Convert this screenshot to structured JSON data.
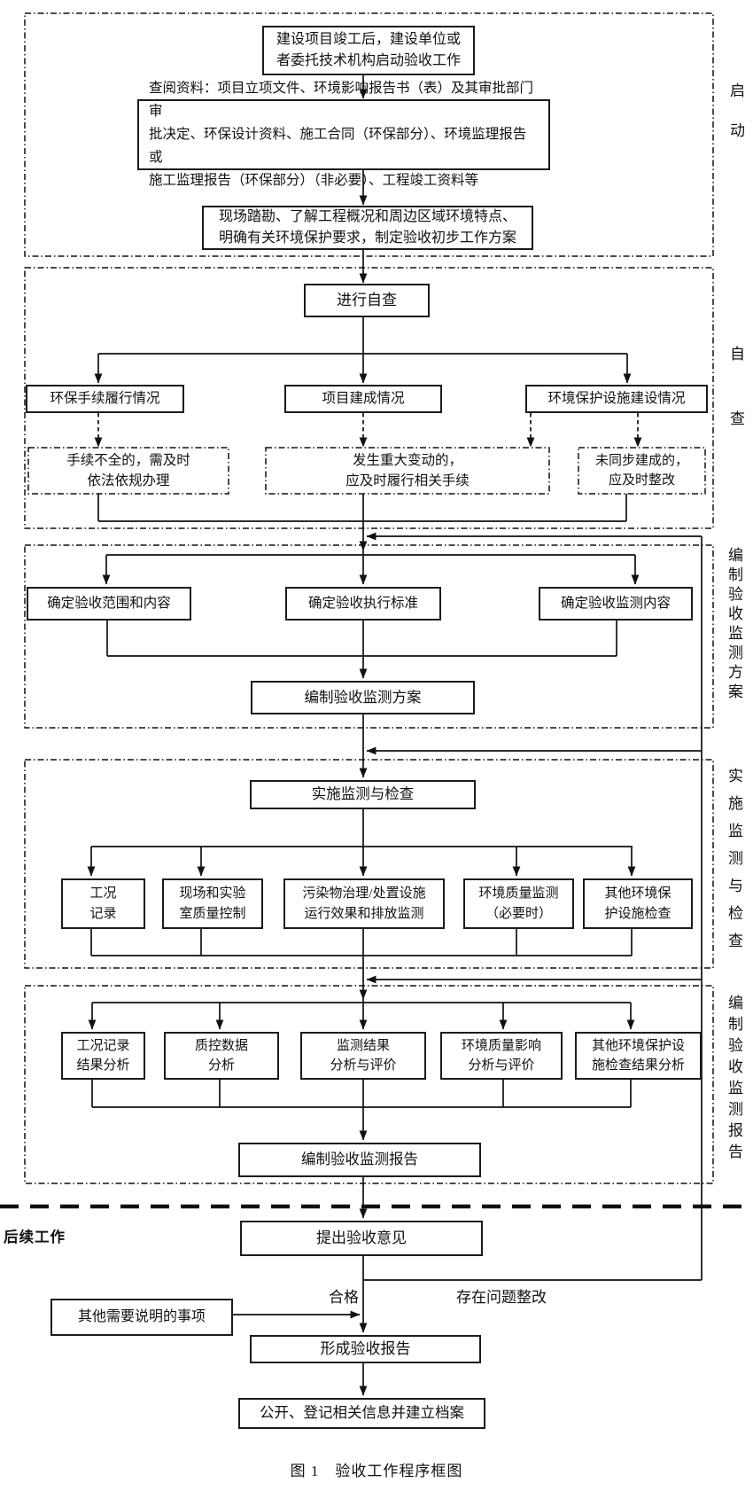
{
  "figure": {
    "caption": "图 1　验收工作程序框图",
    "divider_label": "后续工作"
  },
  "stages": [
    "启动",
    "自查",
    "编制验收监测方案",
    "实施监测与检查",
    "编制验收监测报告"
  ],
  "nodes": {
    "start": "建设项目竣工后，建设单位或\n者委托技术机构启动验收工作",
    "review_docs": "查阅资料：项目立项文件、环境影响报告书（表）及其审批部门审\n批决定、环保设计资料、施工合同（环保部分）、环境监理报告或\n施工监理报告（环保部分）（非必要）、工程竣工资料等",
    "site_survey": "现场踏勘、了解工程概况和周边区域环境特点、\n明确有关环境保护要求，制定验收初步工作方案",
    "self_check": "进行自查",
    "check_procedures": "环保手续履行情况",
    "check_construction": "项目建成情况",
    "check_facilities": "环境保护设施建设情况",
    "fix_procedures": "手续不全的，需及时\n依法依规办理",
    "fix_changes": "发生重大变动的，\n应及时履行相关手续",
    "fix_sync": "未同步建成的，\n应及时整改",
    "scope": "确定验收范围和内容",
    "standards": "确定验收执行标准",
    "monitor_content": "确定验收监测内容",
    "plan": "编制验收监测方案",
    "implement": "实施监测与检查",
    "m1": "工况\n记录",
    "m2": "现场和实验\n室质量控制",
    "m3": "污染物治理/处置设施\n运行效果和排放监测",
    "m4": "环境质量监测\n（必要时）",
    "m5": "其他环境保\n护设施检查",
    "a1": "工况记录\n结果分析",
    "a2": "质控数据\n分析",
    "a3": "监测结果\n分析与评价",
    "a4": "环境质量影响\n分析与评价",
    "a5": "其他环境保护设\n施检查结果分析",
    "report": "编制验收监测报告",
    "opinion": "提出验收意见",
    "other_items": "其他需要说明的事项",
    "final_report": "形成验收报告",
    "publish": "公开、登记相关信息并建立档案"
  },
  "edge_labels": {
    "pass": "合格",
    "issues": "存在问题整改"
  }
}
